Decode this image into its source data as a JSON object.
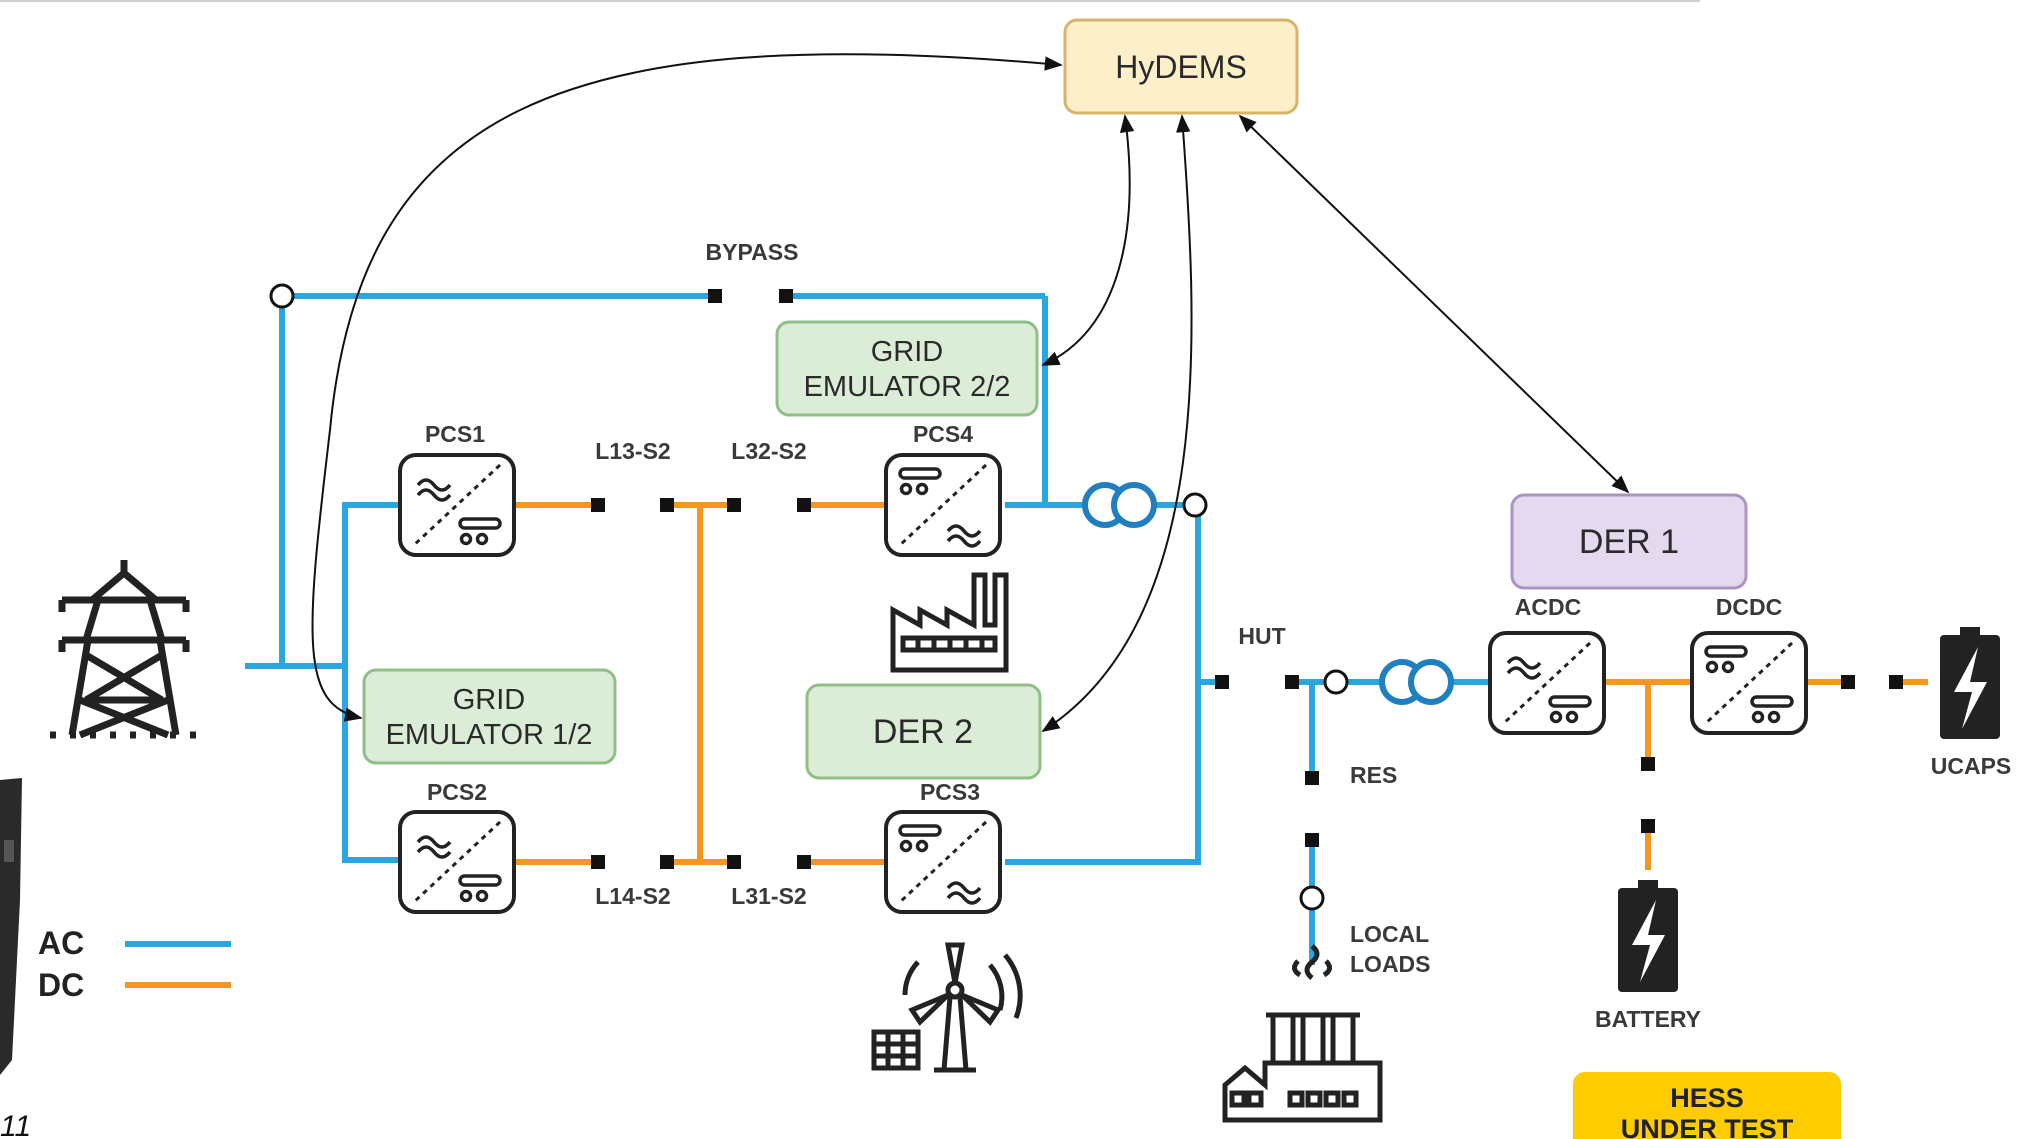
{
  "colors": {
    "ac": "#29a6df",
    "dc": "#f4961f",
    "hydems_fill": "#fcefc9",
    "hydems_stroke": "#d6b56a",
    "green_fill": "#dcedd7",
    "green_stroke": "#8fbf86",
    "purple_fill": "#e5d9ef",
    "purple_stroke": "#ab93c4",
    "hess_fill": "#ffcc00"
  },
  "boxes": {
    "hydems": "HyDEMS",
    "grid_emulator_2_line1": "GRID",
    "grid_emulator_2_line2": "EMULATOR 2/2",
    "grid_emulator_1_line1": "GRID",
    "grid_emulator_1_line2": "EMULATOR 1/2",
    "der1": "DER 1",
    "der2": "DER 2",
    "hess_line1": "HESS",
    "hess_line2": "UNDER TEST"
  },
  "labels": {
    "bypass": "BYPASS",
    "pcs1": "PCS1",
    "pcs2": "PCS2",
    "pcs3": "PCS3",
    "pcs4": "PCS4",
    "l13": "L13-S2",
    "l32": "L32-S2",
    "l14": "L14-S2",
    "l31": "L31-S2",
    "hut": "HUT",
    "acdc": "ACDC",
    "dcdc": "DCDC",
    "res": "RES",
    "local_loads_1": "LOCAL",
    "local_loads_2": "LOADS",
    "ucaps": "UCAPS",
    "battery": "BATTERY"
  },
  "legend": {
    "ac": "AC",
    "dc": "DC"
  },
  "page_marker": "11",
  "icons": {
    "pylon": "transmission-tower-icon",
    "factory": "factory-icon",
    "wind_solar": "wind-turbine-solar-icon",
    "local_loads": "industrial-load-icon",
    "battery": "battery-icon",
    "ucaps": "ultracapacitor-icon",
    "converter": "converter-icon",
    "transformer": "transformer-icon"
  }
}
